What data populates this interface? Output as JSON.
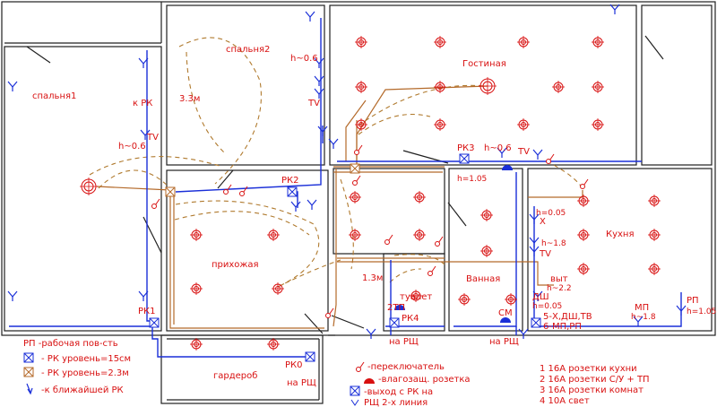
{
  "rooms": {
    "bedroom1": "спальня1",
    "bedroom2": "спальня2",
    "bedroom2_size": "3.3м",
    "living": "Гостиная",
    "hall": "прихожая",
    "hall_size": "1.3м",
    "toilet": "туалет",
    "bathroom": "Ванная",
    "kitchen": "Кухня",
    "wardrobe": "гардероб"
  },
  "annotations": {
    "to_rk": "к РК",
    "h06_a": "h~0.6",
    "tv_a": "TV",
    "h06_b": "h~0.6",
    "tv_b": "TV",
    "rk3": "РК3",
    "h06_c": "h~0.6",
    "tv_c": "TV",
    "rk2": "РК2",
    "rk1": "РК1",
    "rk0": "РК0",
    "to_rsch_1": "на РЩ",
    "rk4": "РК4",
    "tp2": "2ТП",
    "to_rsch_2": "на РЩ",
    "to_rsch_3": "на РЩ",
    "cm": "СМ",
    "h105_bath": "h=1.05",
    "h005_k": "h=0.05",
    "x_k": "X",
    "h18_k": "h~1.8",
    "tv_k": "TV",
    "exhaust": "выт",
    "h22": "h~2.2",
    "dsh": "ДШ",
    "h005_dsh": "h=0.05",
    "grp5": "5-Х,ДШ,ТВ",
    "grp6": "6-МП,РП",
    "mp": "МП",
    "h18_mp": "h~1.8",
    "rp": "РП",
    "h105_rp": "h=1.05"
  },
  "legend_left": [
    "РП -рабочая пов-сть",
    "- РК уровень=15см",
    "- РК уровень=2.3м",
    "-к ближайшей РК"
  ],
  "legend_mid": [
    "-переключатель",
    "-влагозащ. розетка",
    "-выход с РК на",
    "РЩ 2-х линия"
  ],
  "legend_right": [
    "1 16А розетки кухни",
    "2 16А розетки С/У + ТП",
    "3 16А розетки комнат",
    "4 10А свет"
  ],
  "colors": {
    "text": "#d81010",
    "blue_wire": "#1a2fd8",
    "brown_wire": "#b46a2a",
    "wall": "#202020"
  }
}
